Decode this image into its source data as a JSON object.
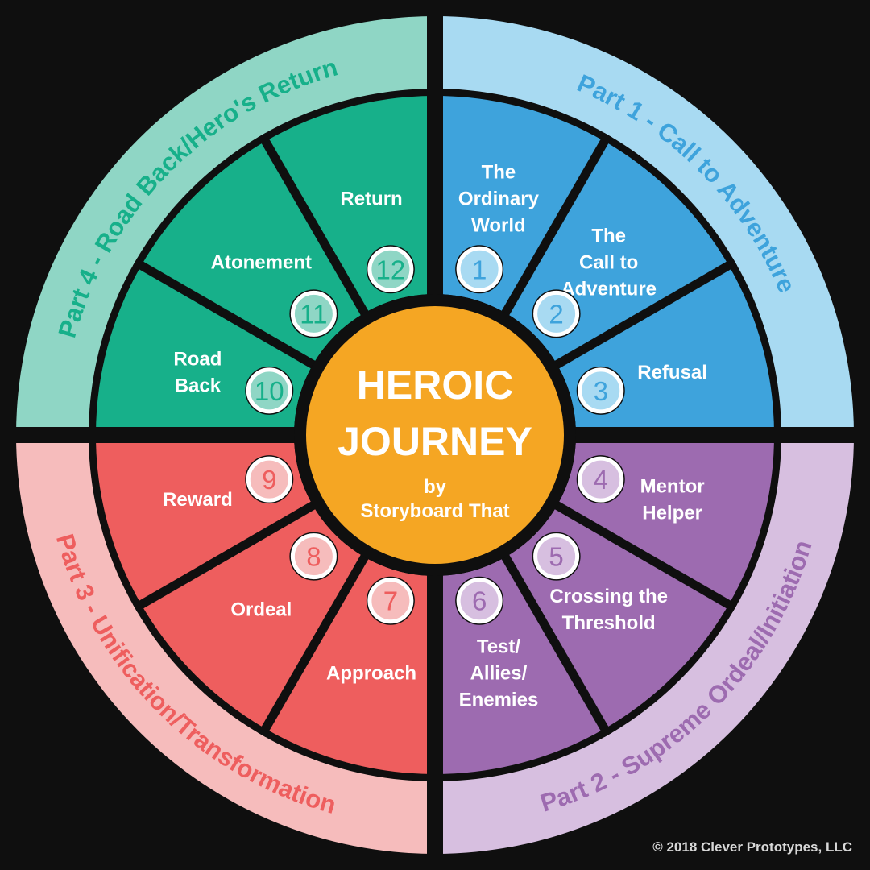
{
  "parts": [
    {
      "label": "Part 1 - Call to Adventure",
      "outer_color": "#a8daf2",
      "text_color": "#3ea3dc"
    },
    {
      "label": "Part 2 - Supreme Ordeal/Initiation",
      "outer_color": "#d7bfe0",
      "text_color": "#9d6bb0"
    },
    {
      "label": "Part 3 - Unification/Transformation",
      "outer_color": "#f6bcbc",
      "text_color": "#ee5e5e"
    },
    {
      "label": "Part 4 - Road Back/Hero's Return",
      "outer_color": "#8fd6c5",
      "text_color": "#17b08a"
    }
  ],
  "stages": [
    {
      "number": "1",
      "lines": [
        "The",
        "Ordinary",
        "World"
      ],
      "color": "#3ea3dc",
      "badge_fill": "#a8daf2"
    },
    {
      "number": "2",
      "lines": [
        "The",
        "Call to",
        "Adventure"
      ],
      "color": "#3ea3dc",
      "badge_fill": "#a8daf2"
    },
    {
      "number": "3",
      "lines": [
        "Refusal"
      ],
      "color": "#3ea3dc",
      "badge_fill": "#a8daf2"
    },
    {
      "number": "4",
      "lines": [
        "Mentor",
        "Helper"
      ],
      "color": "#9d6bb0",
      "badge_fill": "#d7bfe0"
    },
    {
      "number": "5",
      "lines": [
        "Crossing the",
        "Threshold"
      ],
      "color": "#9d6bb0",
      "badge_fill": "#d7bfe0"
    },
    {
      "number": "6",
      "lines": [
        "Test/",
        "Allies/",
        "Enemies"
      ],
      "color": "#9d6bb0",
      "badge_fill": "#d7bfe0"
    },
    {
      "number": "7",
      "lines": [
        "Approach"
      ],
      "color": "#ee5e5e",
      "badge_fill": "#f6bcbc"
    },
    {
      "number": "8",
      "lines": [
        "Ordeal"
      ],
      "color": "#ee5e5e",
      "badge_fill": "#f6bcbc"
    },
    {
      "number": "9",
      "lines": [
        "Reward"
      ],
      "color": "#ee5e5e",
      "badge_fill": "#f6bcbc"
    },
    {
      "number": "10",
      "lines": [
        "Road",
        "Back"
      ],
      "color": "#17b08a",
      "badge_fill": "#8fd6c5"
    },
    {
      "number": "11",
      "lines": [
        "Atonement"
      ],
      "color": "#17b08a",
      "badge_fill": "#8fd6c5"
    },
    {
      "number": "12",
      "lines": [
        "Return"
      ],
      "color": "#17b08a",
      "badge_fill": "#8fd6c5"
    }
  ],
  "center": {
    "line1": "HEROIC",
    "line2": "JOURNEY",
    "line3": "by",
    "line4": "Storyboard That",
    "color": "#f5a623"
  },
  "copyright": "© 2018 Clever Prototypes, LLC",
  "background_color": "#0f0f0f"
}
